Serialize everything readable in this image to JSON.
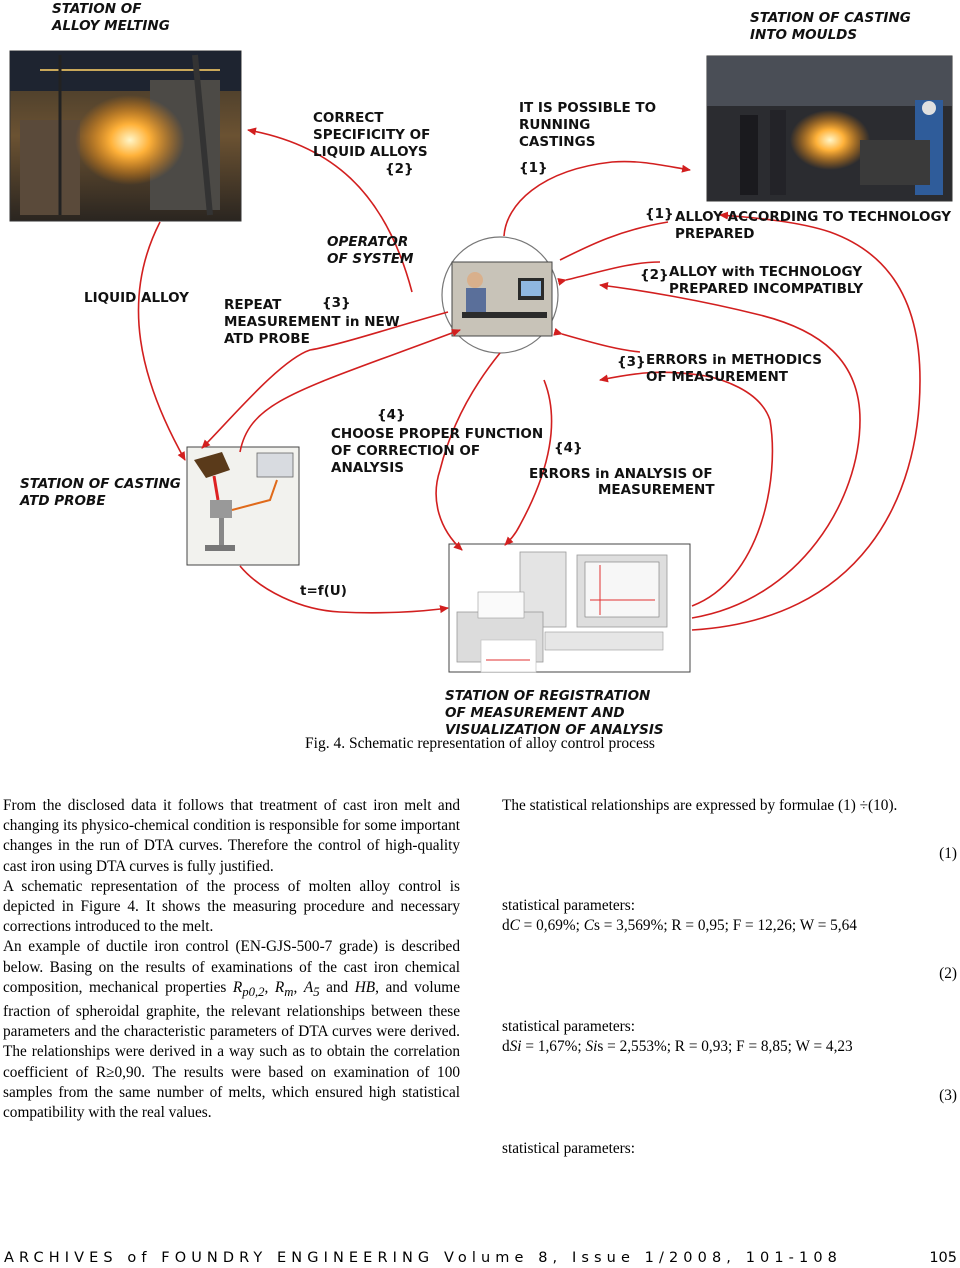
{
  "figure": {
    "labels": {
      "station_melting": [
        "STATION OF",
        "ALLOY MELTING"
      ],
      "station_casting_moulds": [
        "STATION OF CASTING",
        "INTO MOULDS"
      ],
      "correct_specificity": [
        "CORRECT",
        "SPECIFICITY OF",
        "LIQUID ALLOYS"
      ],
      "correct_code": "{2}",
      "running_castings": [
        "IT IS POSSIBLE TO",
        "RUNNING",
        "CASTINGS"
      ],
      "running_code": "{1}",
      "operator": [
        "OPERATOR",
        "OF SYSTEM"
      ],
      "liquid_alloy": "LIQUID ALLOY",
      "repeat_measurement": [
        "REPEAT",
        "MEASUREMENT in NEW",
        "ATD PROBE"
      ],
      "repeat_code": "{3}",
      "alloy_prepared": [
        "ALLOY ACCORDING TO TECHNOLOGY",
        "PREPARED"
      ],
      "alloy_prepared_code": "{1}",
      "alloy_incompatible": [
        "ALLOY with TECHNOLOGY",
        "PREPARED INCOMPATIBLY"
      ],
      "alloy_incompatible_code": "{2}",
      "errors_methodics": [
        "ERRORS in METHODICS",
        "OF MEASUREMENT"
      ],
      "errors_methodics_code": "{3}",
      "choose_function": [
        "CHOOSE PROPER FUNCTION",
        "OF CORRECTION OF",
        "ANALYSIS"
      ],
      "choose_code": "{4}",
      "errors_analysis": [
        "ERRORS in ANALYSIS OF",
        "MEASUREMENT"
      ],
      "errors_analysis_code": "{4}",
      "station_atd": [
        "STATION OF CASTING",
        "ATD PROBE"
      ],
      "tfu": "t=f(U)",
      "station_registration": [
        "STATION OF REGISTRATION",
        "OF MEASUREMENT AND",
        "VISUALIZATION OF ANALYSIS"
      ]
    },
    "caption": "Fig. 4. Schematic representation of alloy control process"
  },
  "left_column": {
    "p1": "From the disclosed data it follows that treatment of cast iron melt and changing its physico-chemical condition is responsible for some important changes in the run of  DTA curves. Therefore the control of high-quality cast iron using DTA curves is fully justified.",
    "p2": "A schematic representation of the process of molten alloy control is depicted in Figure 4. It shows the measuring procedure and necessary corrections introduced to the melt.",
    "p3_a": "An example of ductile iron control (EN-GJS-500-7 grade) is described below. Basing on the results of examinations of the cast iron chemical composition, mechanical properties ",
    "p3_rp": "R",
    "p3_rp_sub": "p0,2",
    "p3_sep1": ", ",
    "p3_rm": "R",
    "p3_rm_sub": "m",
    "p3_sep2": ", ",
    "p3_a5": "A",
    "p3_a5_sub": "5",
    "p3_and": " and ",
    "p3_hb": "HB",
    "p3_b": ", and volume fraction of spheroidal graphite, the relevant relationships between these parameters and the characteristic parameters of DTA curves were derived. The relationships were derived in a way such as to obtain the correlation coefficient of R≥0,90. The results were based on examination of 100 samples from the same number of melts, which ensured high statistical compatibility with the real values."
  },
  "right_column": {
    "intro": "The statistical relationships are expressed by formulae (1) ÷(10).",
    "eq1": "(1)",
    "stat_label_1": "statistical parameters:",
    "stat1_d": "d",
    "stat1_c": "C",
    "stat1_mid": " = 0,69%; ",
    "stat1_c2": "C",
    "stat1_rest": "s = 3,569%; R = 0,95; F = 12,26; W = 5,64",
    "eq2": "(2)",
    "stat_label_2": "statistical parameters:",
    "stat2_d": "d",
    "stat2_si": "Si",
    "stat2_mid": " = 1,67%; ",
    "stat2_si2": "Si",
    "stat2_rest": "s = 2,553%; R = 0,93; F = 8,85; W = 4,23",
    "eq3": "(3)",
    "stat_label_3": "statistical parameters:"
  },
  "footer": {
    "journal": "ARCHIVES of FOUNDRY ENGINEERING Volume 8, Issue 1/2008, 101-108",
    "page": "105"
  }
}
